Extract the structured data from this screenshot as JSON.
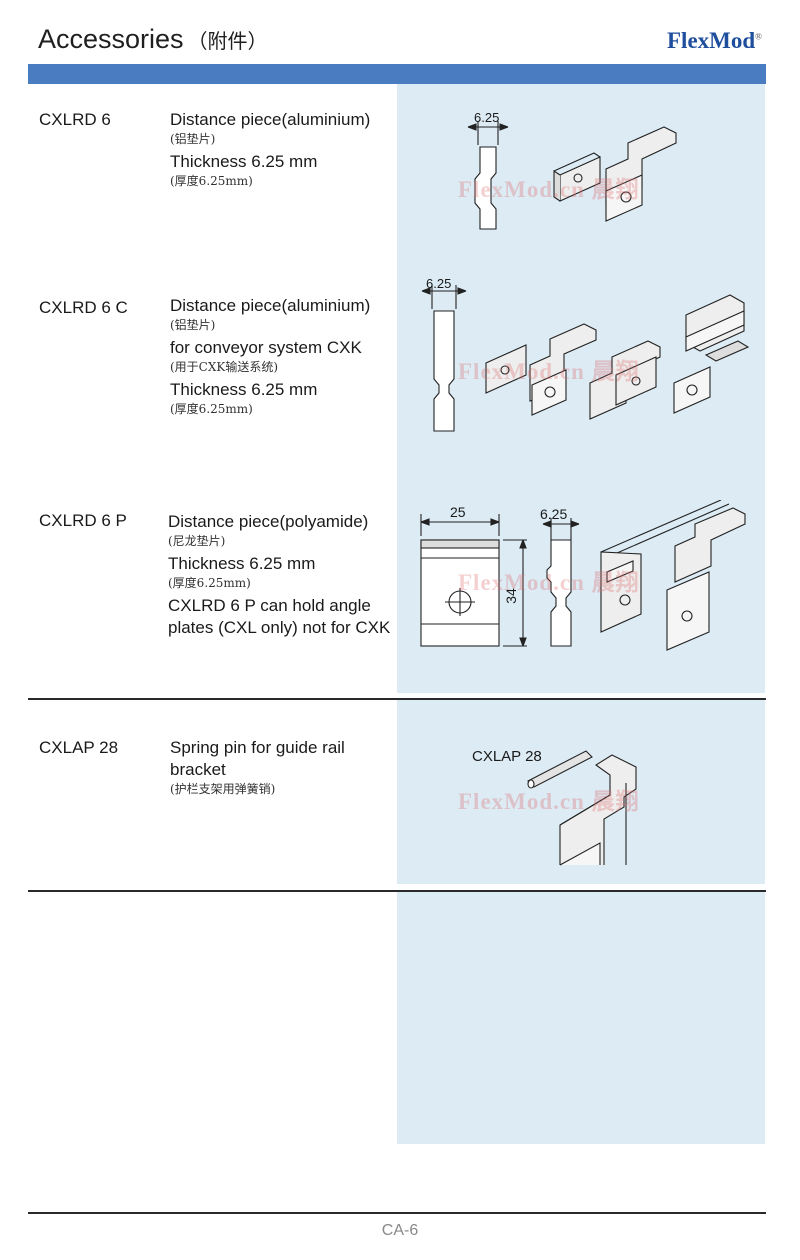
{
  "header": {
    "title": "Accessories",
    "title_cn": "（附件）",
    "brand": "FlexMod",
    "brand_mark": "®",
    "bar_color": "#4a7cc2"
  },
  "watermark": "FlexMod.cn 晨翔",
  "items": [
    {
      "code": "CXLRD 6",
      "lines": [
        {
          "en": "Distance piece(aluminium)",
          "cn": "(铝垫片)"
        },
        {
          "en": "Thickness 6.25 mm",
          "cn": "(厚度6.25mm)"
        }
      ],
      "dims": {
        "thickness": "6.25"
      }
    },
    {
      "code": "CXLRD 6 C",
      "lines": [
        {
          "en": "Distance piece(aluminium)",
          "cn": "(铝垫片)"
        },
        {
          "en": "for conveyor system CXK",
          "cn": "(用于CXK输送系统)"
        },
        {
          "en": "Thickness 6.25 mm",
          "cn": "(厚度6.25mm)"
        }
      ],
      "dims": {
        "thickness": "6.25"
      }
    },
    {
      "code": "CXLRD 6 P",
      "lines": [
        {
          "en": "Distance piece(polyamide)",
          "cn": "(尼龙垫片)"
        },
        {
          "en": "Thickness 6.25 mm",
          "cn": "(厚度6.25mm)"
        },
        {
          "en": "CXLRD 6 P can hold angle plates (CXL only) not for CXK",
          "cn": ""
        }
      ],
      "dims": {
        "width": "25",
        "height": "34",
        "thickness": "6.25"
      }
    },
    {
      "code": "CXLAP 28",
      "lines": [
        {
          "en": "Spring pin for guide rail bracket",
          "cn": "(护栏支架用弹簧销)"
        }
      ],
      "figure_label": "CXLAP 28"
    }
  ],
  "colors": {
    "panel": "#dcebf4",
    "line": "#2a2a2a"
  },
  "footer": {
    "page": "CA-6"
  }
}
